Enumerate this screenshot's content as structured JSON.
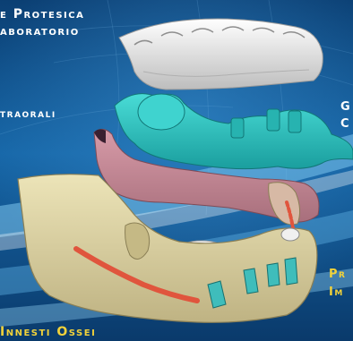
{
  "colors": {
    "background": "#0d4c86",
    "white_label": "#ffffff",
    "yellow_label": "#f2d23a",
    "upper_denture": "#e8e8e8",
    "guide": "#2fc6c4",
    "soft_tissue": "#c98a98",
    "mandible": "#dcd3a3",
    "nerve_canal": "#e0553d",
    "implants": "#3fbdbb"
  },
  "labels": {
    "top_left_line1": "e Protesica",
    "top_left_line2": "aboratorio",
    "mid_left": "traorali",
    "right_upper_line1": "G",
    "right_upper_line2": "C",
    "right_lower_line1": "Pr",
    "right_lower_line2": "Im",
    "bottom_left": "Innesti Ossei"
  }
}
